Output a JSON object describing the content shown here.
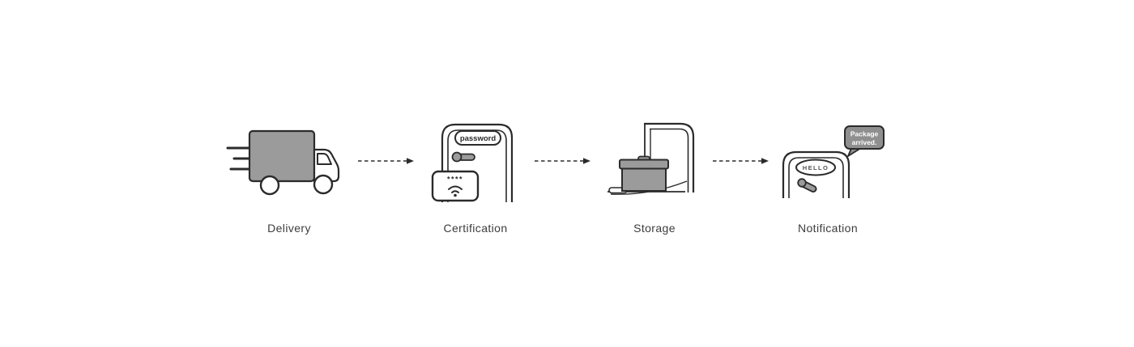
{
  "palette": {
    "stroke": "#2b2b2b",
    "gray_fill": "#9b9b9b",
    "bubble_fill": "#8f8f8f",
    "label_color": "#3c3c3c",
    "background": "#ffffff"
  },
  "stages": [
    {
      "label": "Delivery",
      "icon": "delivery-truck-icon"
    },
    {
      "label": "Certification",
      "icon": "smart-lock-phone-icon",
      "password_tag": "password",
      "passcode": "****"
    },
    {
      "label": "Storage",
      "icon": "locker-package-icon"
    },
    {
      "label": "Notification",
      "icon": "door-notification-icon",
      "door_sign": "HELLO",
      "bubble": {
        "line1": "Package",
        "line2": "arrived."
      }
    }
  ],
  "arrows": [
    {
      "style": "dashed",
      "from": "Delivery",
      "to": "Certification"
    },
    {
      "style": "dashed",
      "from": "Certification",
      "to": "Storage"
    },
    {
      "style": "dashed",
      "from": "Storage",
      "to": "Notification"
    }
  ]
}
